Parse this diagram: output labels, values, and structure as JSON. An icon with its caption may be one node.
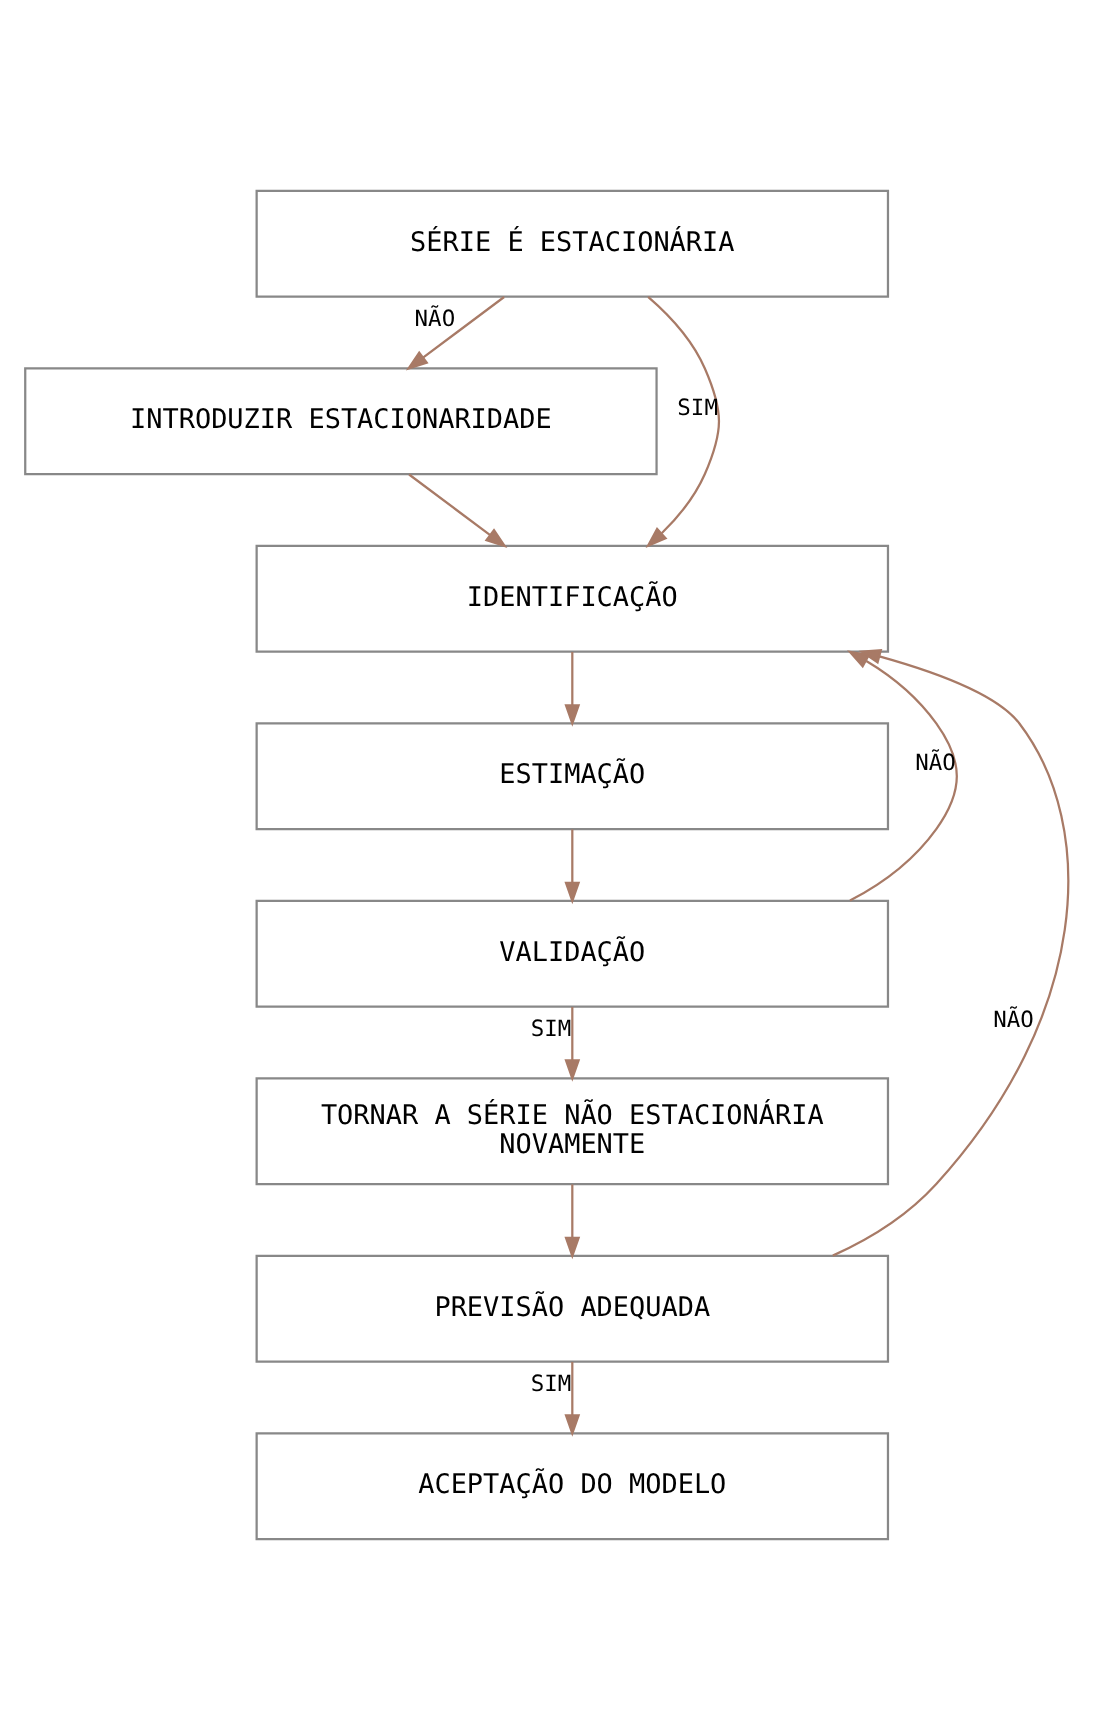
{
  "diagram": {
    "nodes": [
      {
        "text": [
          "SÉRIE É ESTACIONÁRIA"
        ]
      },
      {
        "text": [
          "INTRODUZIR ESTACIONARIDADE"
        ]
      },
      {
        "text": [
          "IDENTIFICAÇÃO"
        ]
      },
      {
        "text": [
          "ESTIMAÇÃO"
        ]
      },
      {
        "text": [
          "VALIDAÇÃO"
        ]
      },
      {
        "text": [
          "TORNAR A SÉRIE NÃO ESTACIONÁRIA NOVAMENTE"
        ]
      },
      {
        "text": [
          "PREVISÃO ADEQUADA"
        ]
      },
      {
        "text": [
          "ACEPTAÇÃO DO MODELO"
        ]
      }
    ],
    "edges": [
      {
        "from": 0,
        "to": 1,
        "arrow": "to",
        "label": "NÃO"
      },
      {
        "from": 0,
        "to": 2,
        "arrow": "to",
        "label": "SIM"
      },
      {
        "from": 1,
        "to": 2,
        "arrow": "to"
      },
      {
        "from": 2,
        "to": 3,
        "arrow": "to"
      },
      {
        "from": 3,
        "to": 4,
        "arrow": "to"
      },
      {
        "from": 4,
        "to": 5,
        "arrow": "to",
        "label": "SIM"
      },
      {
        "from": 4,
        "to": 2,
        "arrow": "to",
        "label": "NÃO"
      },
      {
        "from": 5,
        "to": 6,
        "arrow": "to"
      },
      {
        "from": 6,
        "to": 7,
        "arrow": "to",
        "label": "SIM"
      },
      {
        "from": 6,
        "to": 2,
        "arrow": "to",
        "label": "NÃO"
      }
    ]
  }
}
